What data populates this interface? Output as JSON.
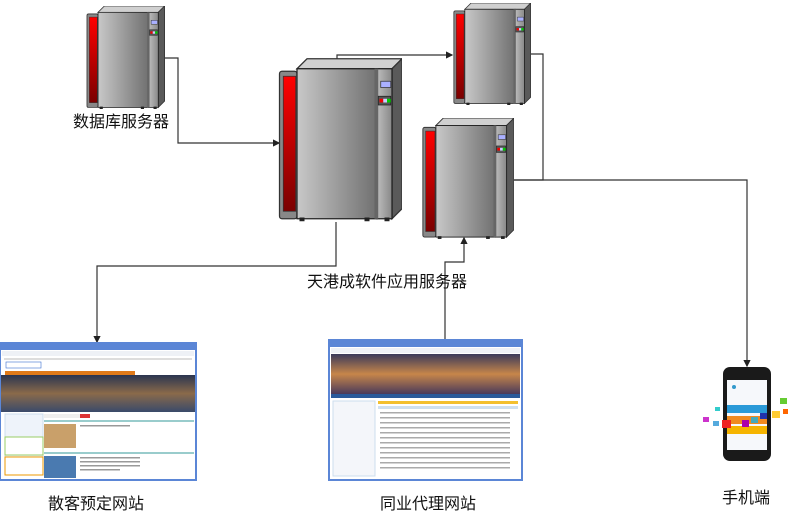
{
  "labels": {
    "db_server": "数据库服务器",
    "app_server": "天港成软件应用服务器",
    "guest_site": "散客预定网站",
    "agent_site": "同业代理网站",
    "mobile": "手机端"
  },
  "colors": {
    "server_panel": "#cc0000",
    "server_body": "#9a9a9a",
    "browser_frame": "#5b86d6",
    "connector": "#333333"
  }
}
